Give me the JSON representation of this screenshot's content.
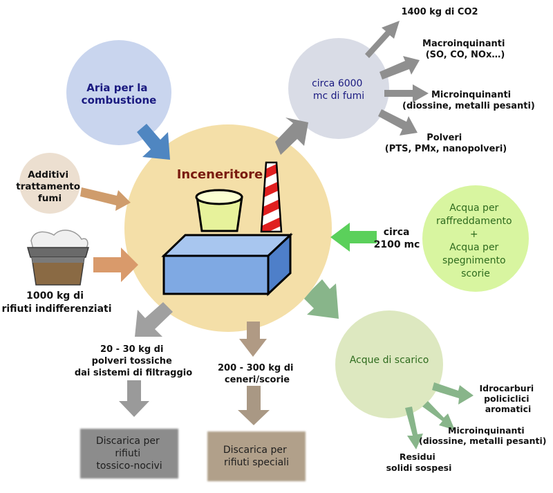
{
  "center": {
    "title": "Inceneritore"
  },
  "inputs": {
    "air": [
      "Aria per la",
      "combustione"
    ],
    "additives": [
      "Additivi",
      "trattamento",
      "fumi"
    ],
    "waste": [
      "1000 kg di",
      "rifiuti indifferenziati"
    ],
    "water_amount": [
      "circa",
      "2100 mc"
    ],
    "water": [
      "Acqua per",
      "raffreddamento",
      "+",
      "Acqua per",
      "spegnimento",
      "scorie"
    ]
  },
  "fumes": {
    "bubble": [
      "circa 6000",
      "mc di fumi"
    ],
    "co2": [
      "1400 kg di CO2"
    ],
    "macro": [
      "Macroinquinanti",
      "(SO, CO, NOx…)"
    ],
    "micro": [
      "Microinquinanti",
      "(diossine, metalli pesanti)"
    ],
    "dust": [
      "Polveri",
      "(PTS, PMx, nanopolveri)"
    ]
  },
  "residues": {
    "toxic_dust": [
      "20 - 30 kg di",
      "polveri tossiche",
      "dai sistemi di filtraggio"
    ],
    "ash": [
      "200 - 300 kg di",
      "ceneri/scorie"
    ]
  },
  "landfills": {
    "toxic": [
      "Discarica per",
      "rifiuti",
      "tossico-nocivi"
    ],
    "special": [
      "Discarica per",
      "rifiuti speciali"
    ]
  },
  "wastewater": {
    "bubble": [
      "Acque di scarico"
    ],
    "hydrocarbons": [
      "Idrocarburi",
      "policiclici",
      "aromatici"
    ],
    "micro": [
      "Microinquinanti",
      "(diossine, metalli pesanti)"
    ],
    "solids": [
      "Residui",
      "solidi sospesi"
    ]
  },
  "colors": {
    "center_fill": "#f4dfa8",
    "air_fill": "#c9d5ee",
    "fumes_fill": "#d9dce6",
    "additives_fill": "#ecdfd0",
    "water_fill": "#d8f5a0",
    "wastewater_fill": "#dde8c0",
    "title_color": "#7a1c10",
    "air_text": "#1a1a80",
    "fumes_text": "#1a1a80",
    "water_text": "#2e6b1e",
    "toxic_landfill": "#8c8c8c",
    "special_landfill": "#b1a08a"
  }
}
